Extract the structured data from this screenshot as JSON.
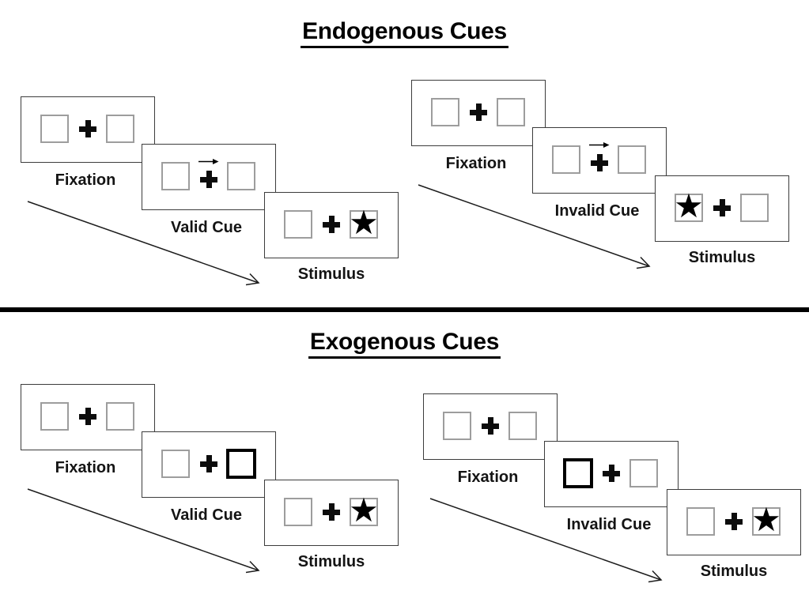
{
  "page": {
    "background": "#ffffff",
    "divider_color": "#000000"
  },
  "glyphs": {
    "star": "★"
  },
  "colors": {
    "ink": "#000000",
    "panel_border": "#3c3c3c",
    "placeholder_border": "#9d9d9d",
    "cue_highlight_border": "#000000"
  },
  "sections": [
    {
      "id": "endogenous",
      "title": "Endogenous Cues",
      "trials": [
        {
          "name": "valid",
          "cue": {
            "type": "central-arrow",
            "direction": "right"
          },
          "stimulus_side": "right",
          "panels": [
            {
              "label": "Fixation"
            },
            {
              "label": "Valid Cue"
            },
            {
              "label": "Stimulus"
            }
          ]
        },
        {
          "name": "invalid",
          "cue": {
            "type": "central-arrow",
            "direction": "right"
          },
          "stimulus_side": "left",
          "panels": [
            {
              "label": "Fixation"
            },
            {
              "label": "Invalid Cue"
            },
            {
              "label": "Stimulus"
            }
          ]
        }
      ]
    },
    {
      "id": "exogenous",
      "title": "Exogenous Cues",
      "trials": [
        {
          "name": "valid",
          "cue": {
            "type": "peripheral-box-highlight",
            "side": "right"
          },
          "stimulus_side": "right",
          "panels": [
            {
              "label": "Fixation"
            },
            {
              "label": "Valid Cue"
            },
            {
              "label": "Stimulus"
            }
          ]
        },
        {
          "name": "invalid",
          "cue": {
            "type": "peripheral-box-highlight",
            "side": "left"
          },
          "stimulus_side": "right",
          "panels": [
            {
              "label": "Fixation"
            },
            {
              "label": "Invalid Cue"
            },
            {
              "label": "Stimulus"
            }
          ]
        }
      ]
    }
  ]
}
